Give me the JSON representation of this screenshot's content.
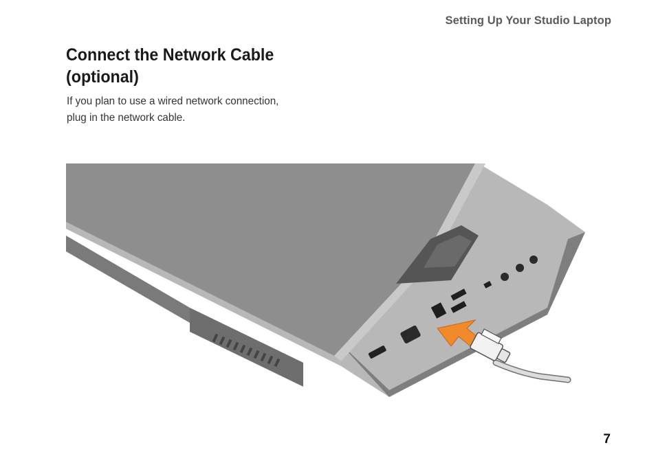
{
  "header": {
    "running_title": "Setting Up Your Studio Laptop"
  },
  "section": {
    "title_lines": [
      "Connect the Network Cable",
      "(optional)"
    ],
    "body_lines": [
      "If you plan to use a wired network connection,",
      "plug in the network cable."
    ]
  },
  "illustration": {
    "subject": "laptop-side-with-network-cable",
    "colors": {
      "lid": "#8c8c8c",
      "base": "#bdbdbd",
      "arrow": "#f08a2a",
      "cable": "#d9d9d9"
    }
  },
  "footer": {
    "page_number": "7"
  }
}
